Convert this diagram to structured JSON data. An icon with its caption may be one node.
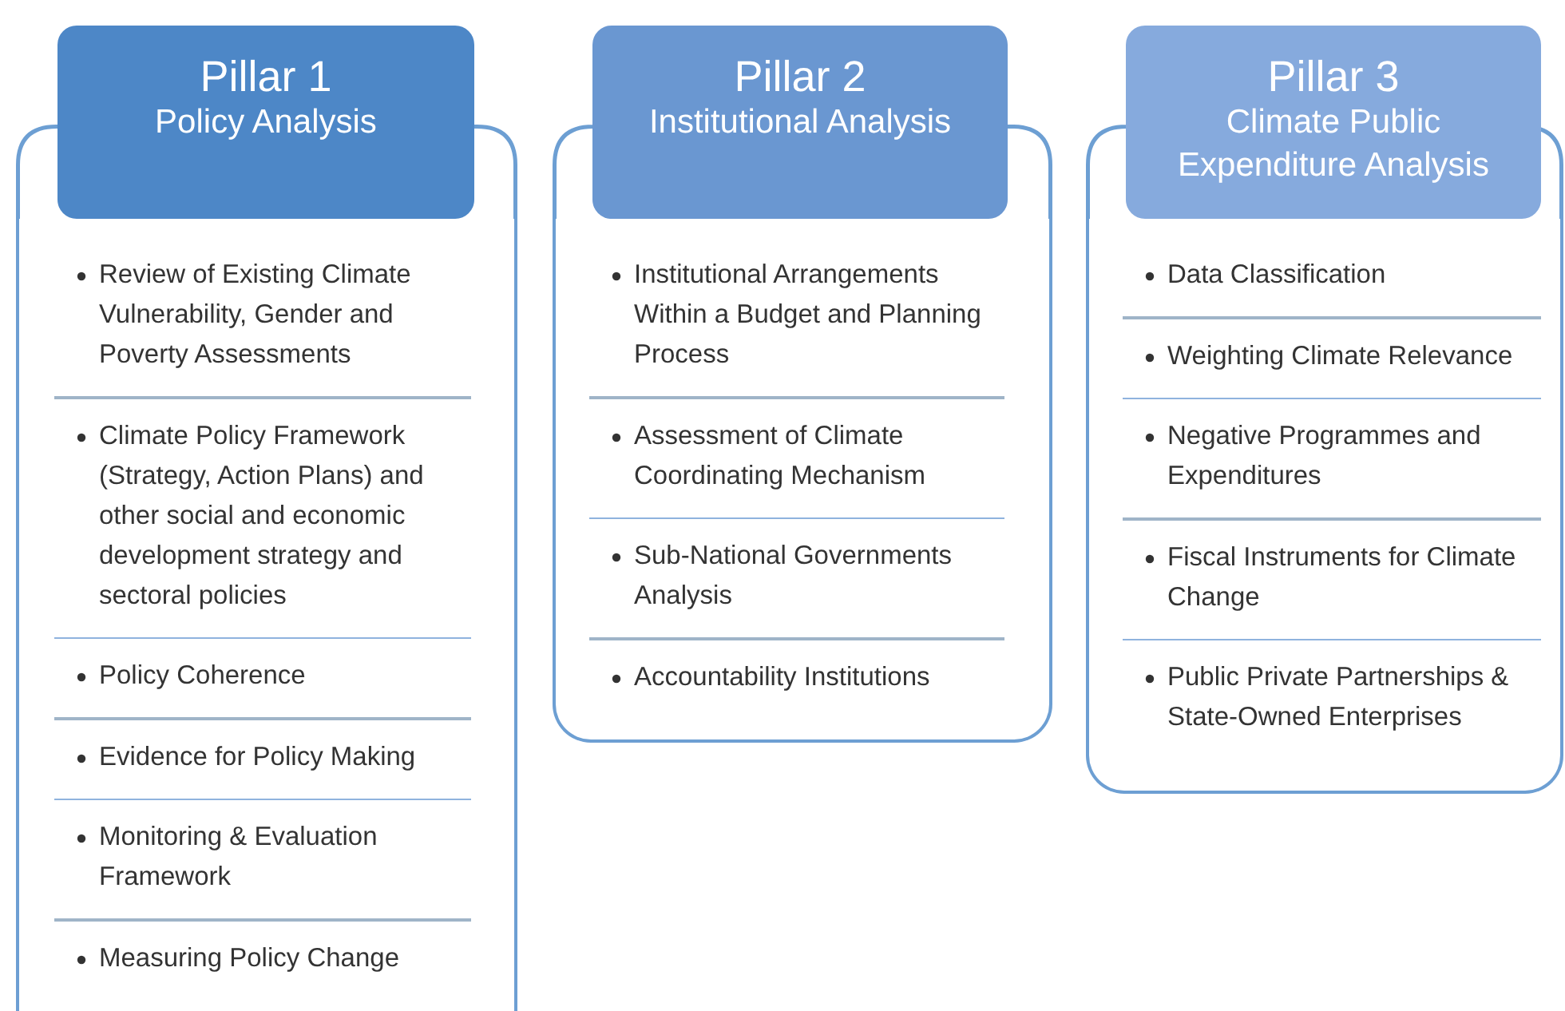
{
  "diagram": {
    "nodes": [
      {
        "text": [
          "Pillar 1",
          "Policy Analysis"
        ]
      },
      {
        "text": [
          "Review of Existing Climate Vulnerability, Gender and Poverty Assessments",
          "Climate Policy Framework (Strategy, Action Plans) and other social and economic development strategy and sectoral policies",
          "Policy Coherence",
          "Evidence for Policy Making",
          "Monitoring & Evaluation Framework",
          "Measuring Policy Change"
        ]
      },
      {
        "text": [
          "Pillar 2",
          "Institutional Analysis"
        ]
      },
      {
        "text": [
          "Institutional Arrangements Within a Budget and Planning Process",
          "Assessment of Climate Coordinating Mechanism",
          "Sub-National Governments Analysis",
          "Accountability Institutions"
        ]
      },
      {
        "text": [
          "Pillar 3",
          "Climate Public Expenditure Analysis"
        ]
      },
      {
        "text": [
          "Data Classification",
          "Weighting Climate Relevance",
          "Negative Programmes and Expenditures",
          "Fiscal Instruments for Climate Change",
          "Public Private Partnerships & State-Owned Enterprises"
        ]
      }
    ]
  }
}
